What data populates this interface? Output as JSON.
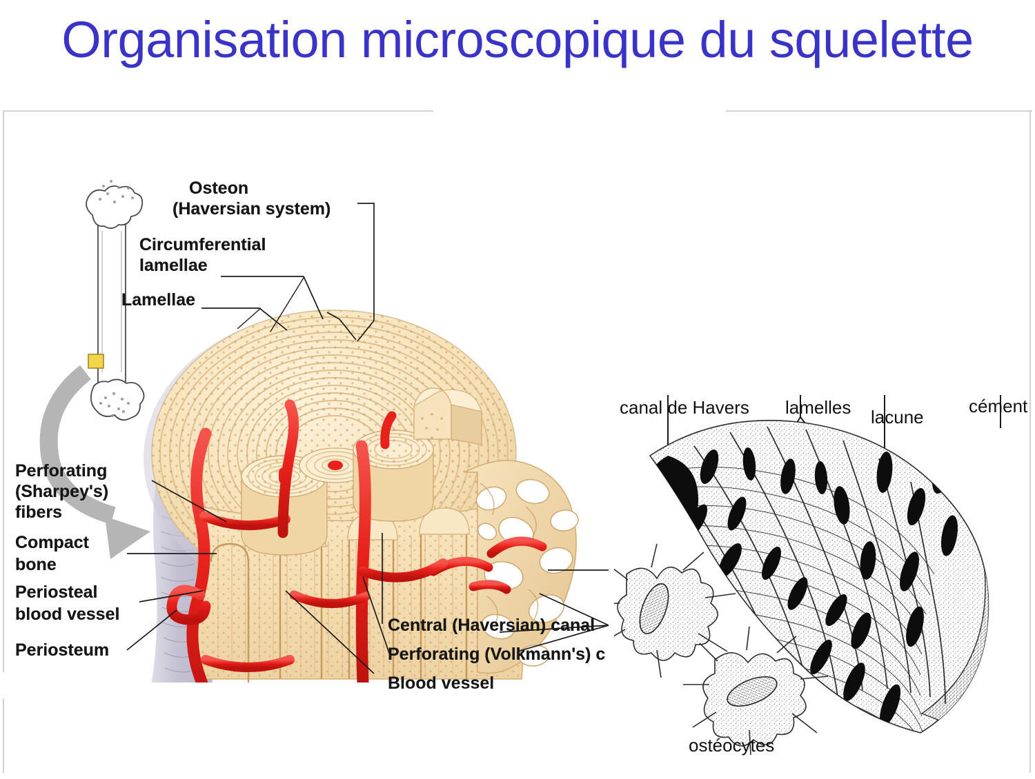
{
  "slide": {
    "title": "Organisation microscopique du squelette",
    "title_color": "#3a33c8",
    "background_color": "#ffffff"
  },
  "figure_compact_bone": {
    "name": "compact-bone-diagram",
    "palette": {
      "bone_light": "#f8e5bd",
      "bone_mid": "#efd49f",
      "bone_shadow": "#dcb477",
      "lamella_line": "#e2c48f",
      "periosteum": "#c6c3d2",
      "blood_vessel": "#e8211c",
      "blood_vessel_dark": "#c2140f",
      "marker_yellow": "#f2d54a",
      "arrow_gray": "#b5b5b5"
    },
    "labels": [
      {
        "id": "osteon",
        "line1": "Osteon",
        "line2": "(Haversian system)"
      },
      {
        "id": "circumferential-lamellae",
        "line1": "Circumferential",
        "line2": "lamellae"
      },
      {
        "id": "lamellae",
        "line1": "Lamellae",
        "line2": ""
      },
      {
        "id": "perforating-sharpeys-fibers",
        "line1": "Perforating",
        "line2": "(Sharpey's)",
        "line3": "fibers"
      },
      {
        "id": "compact-bone",
        "line1": "Compact",
        "line2": "bone"
      },
      {
        "id": "periosteal-blood-vessel",
        "line1": "Periosteal",
        "line2": "blood vessel"
      },
      {
        "id": "periosteum",
        "line1": "Periosteum",
        "line2": ""
      },
      {
        "id": "central-haversian-canal",
        "line1": "Central (Haversian) canal",
        "line2": ""
      },
      {
        "id": "perforating-volkmanns-canal",
        "line1": "Perforating (Volkmann's) c",
        "line2": ""
      },
      {
        "id": "blood-vessel",
        "line1": "Blood vessel",
        "line2": ""
      }
    ]
  },
  "figure_histology": {
    "name": "osteon-histology-drawing",
    "palette": {
      "ink": "#1a1a1a",
      "stipple": "#8e8e8e",
      "paper": "#ffffff"
    },
    "labels": [
      {
        "id": "canal-de-havers",
        "text": "canal de Havers"
      },
      {
        "id": "lamelles",
        "text": "lamelles"
      },
      {
        "id": "lacune",
        "text": "lacune"
      },
      {
        "id": "cement",
        "text": "cément"
      },
      {
        "id": "osteocytes",
        "text": "ostéocytes"
      }
    ]
  }
}
